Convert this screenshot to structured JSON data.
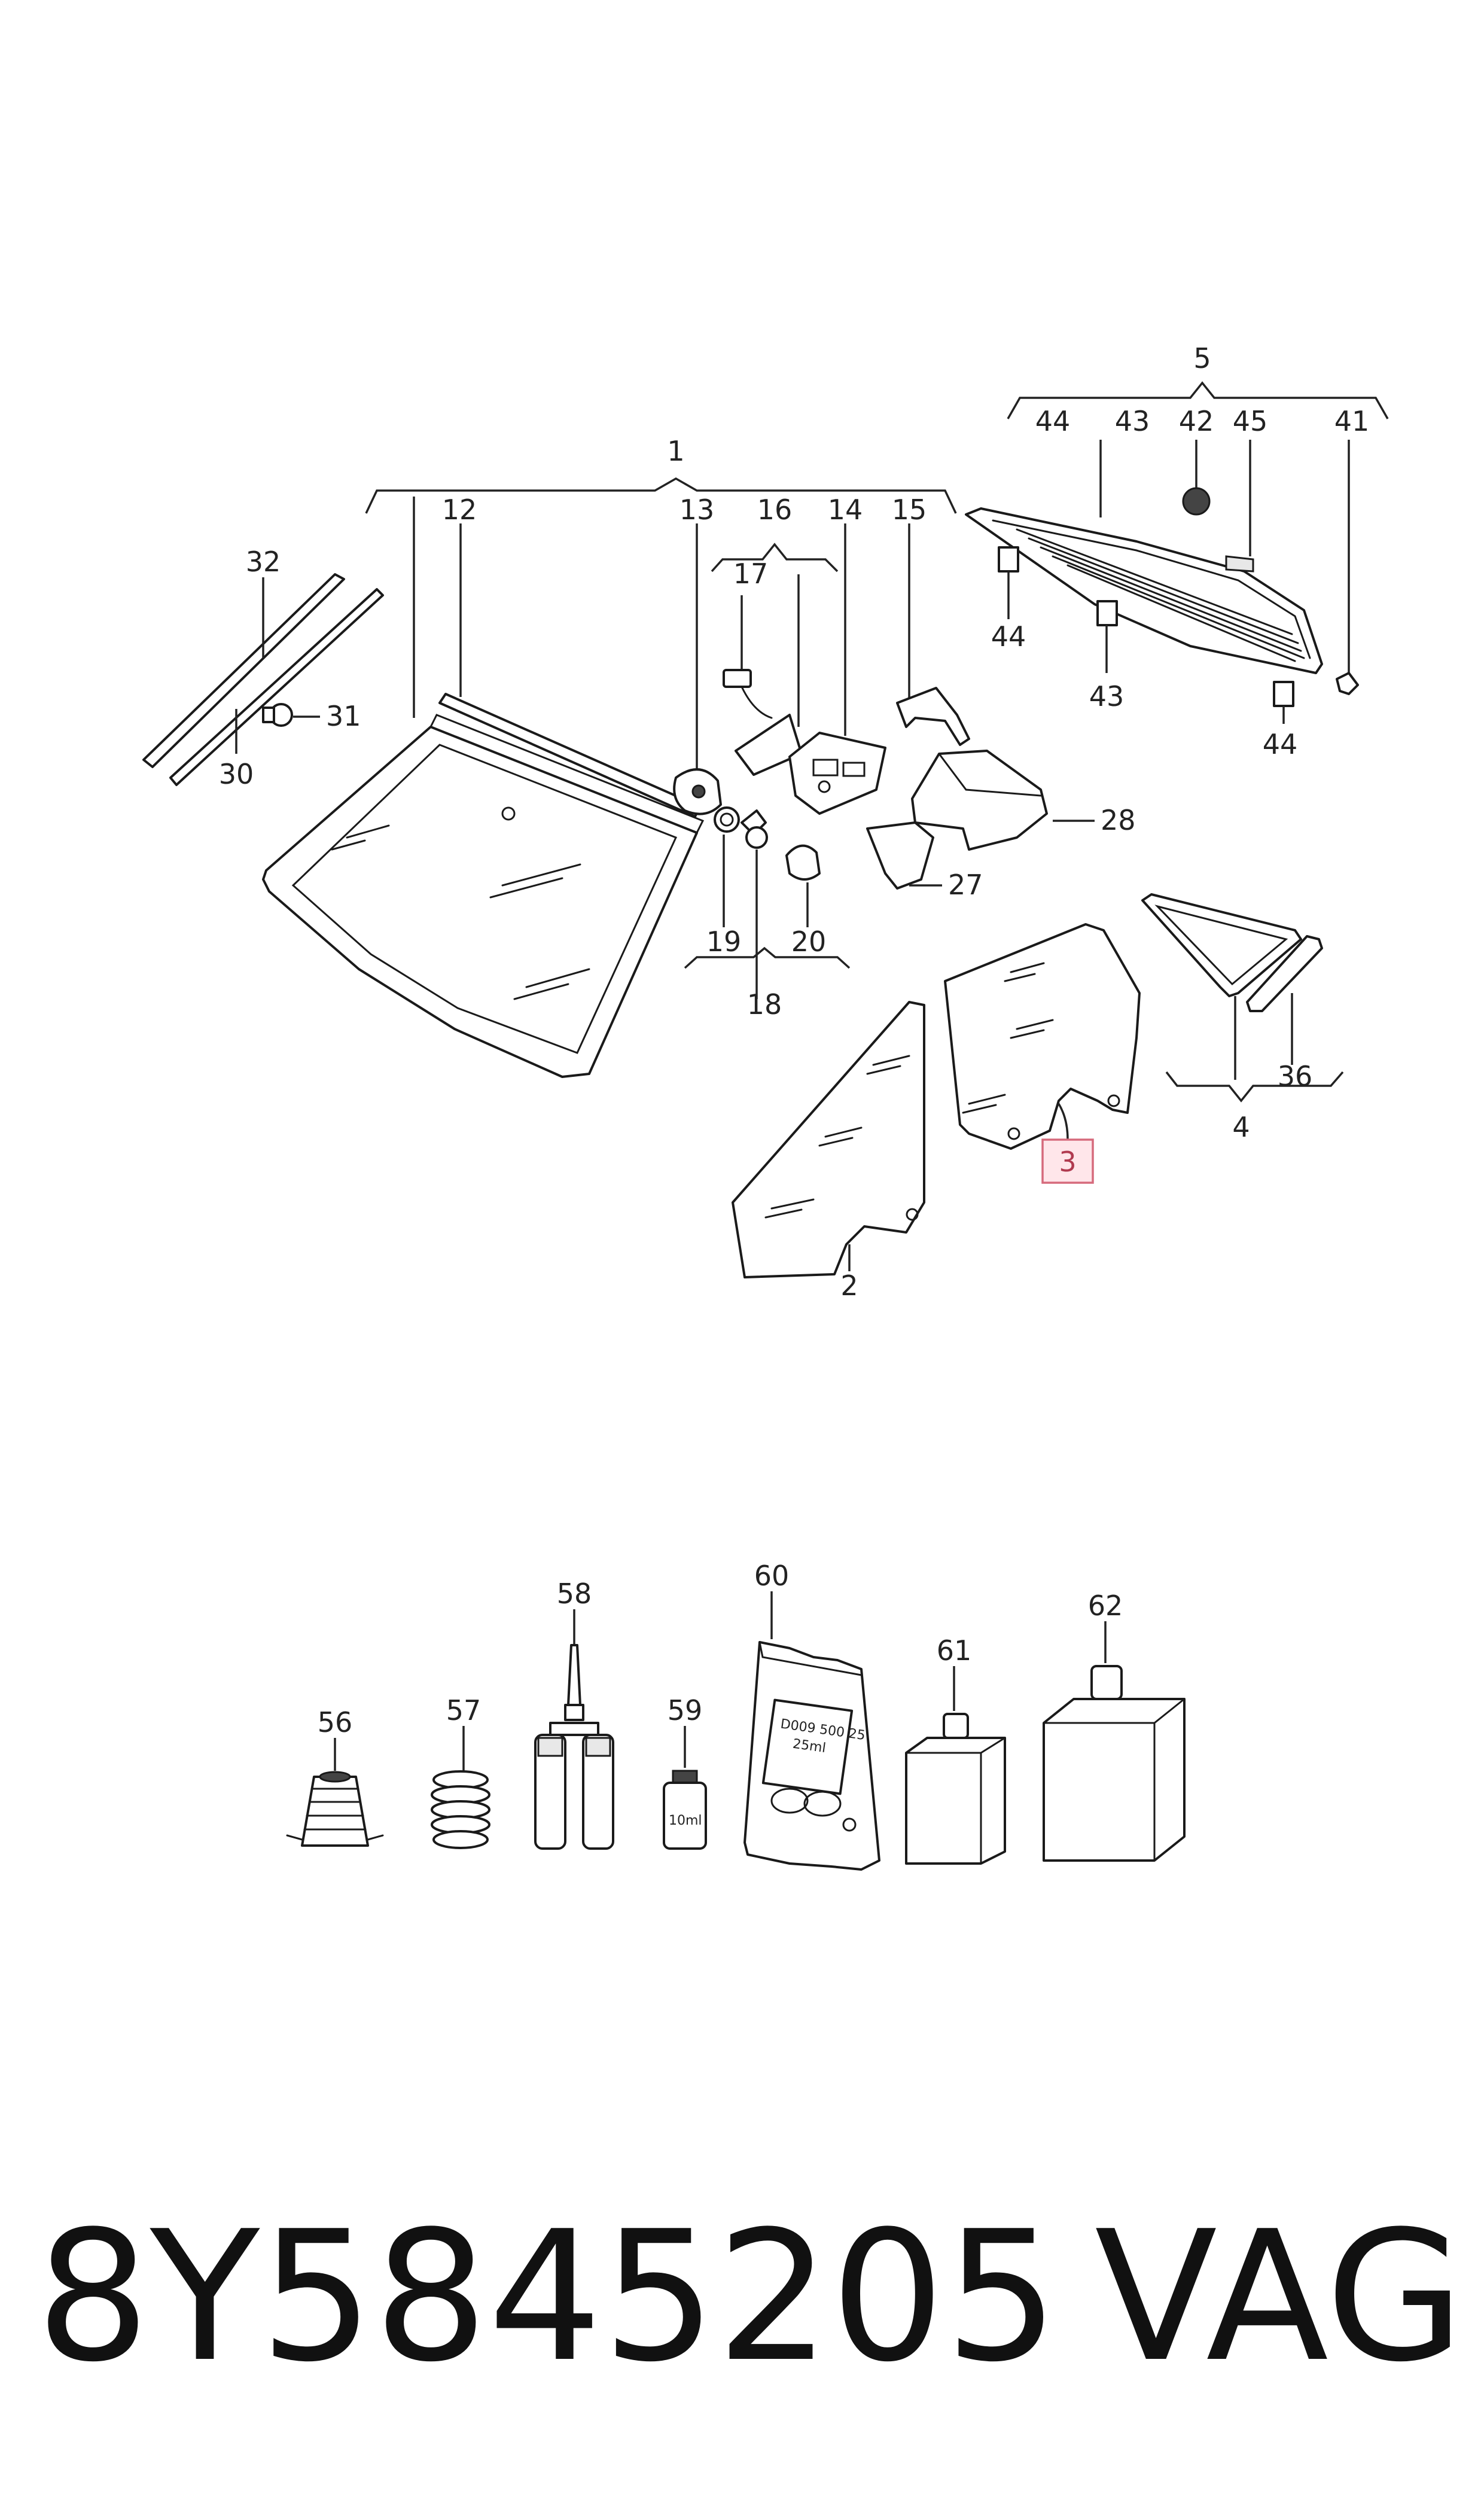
{
  "labels": {
    "l1": "1",
    "l2": "2",
    "l3": "3",
    "l4": "4",
    "l5": "5",
    "l12": "12",
    "l13": "13",
    "l14": "14",
    "l15": "15",
    "l16": "16",
    "l17": "17",
    "l18": "18",
    "l19": "19",
    "l20": "20",
    "l27": "27",
    "l28": "28",
    "l30": "30",
    "l31": "31",
    "l32": "32",
    "l36": "36",
    "l41": "41",
    "l42": "42",
    "l43a": "43",
    "l43b": "43",
    "l44a": "44",
    "l44b": "44",
    "l44c": "44",
    "l45": "45",
    "l56": "56",
    "l57": "57",
    "l58": "58",
    "l59": "59",
    "l60": "60",
    "l61": "61",
    "l62": "62"
  },
  "package_print": {
    "code": "D009 500 25",
    "qty": "25ml",
    "bottle_volume": "10ml"
  },
  "footer": {
    "part_number": "8Y5845205",
    "brand": "VAG"
  },
  "colors": {
    "highlight_fill": "#ffe6ea",
    "highlight_stroke": "#d66a7c",
    "highlight_text": "#b03a4f"
  }
}
